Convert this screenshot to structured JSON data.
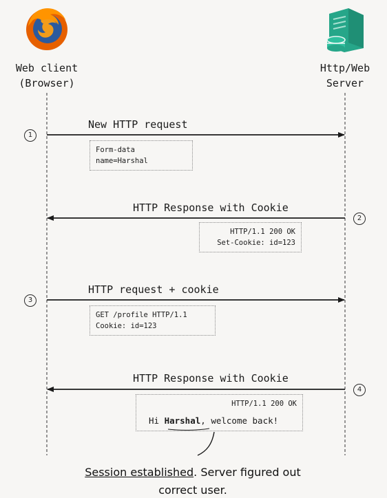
{
  "actors": {
    "client": {
      "label_line1": "Web client",
      "label_line2": "(Browser)",
      "icon": "firefox-icon"
    },
    "server": {
      "label_line1": "Http/Web",
      "label_line2": "Server",
      "icon": "server-icon"
    }
  },
  "steps": [
    {
      "number": "1",
      "label": "New HTTP request",
      "direction": "client-to-server",
      "box_lines": [
        "Form-data",
        "name=Harshal"
      ]
    },
    {
      "number": "2",
      "label": "HTTP Response with Cookie",
      "direction": "server-to-client",
      "box_lines": [
        "HTTP/1.1 200 OK",
        "Set-Cookie: id=123"
      ]
    },
    {
      "number": "3",
      "label": "HTTP request + cookie",
      "direction": "client-to-server",
      "box_lines": [
        "GET /profile HTTP/1.1",
        "Cookie: id=123"
      ]
    },
    {
      "number": "4",
      "label": "HTTP Response with Cookie",
      "direction": "server-to-client",
      "box_status": "HTTP/1.1 200 OK",
      "greeting_pre": "Hi ",
      "greeting_name": "Harshal",
      "greeting_post": ", welcome back!"
    }
  ],
  "caption": {
    "underlined": "Session established",
    "rest_line1": ". Server figured out",
    "line2": "correct user."
  },
  "colors": {
    "background": "#f7f6f4",
    "firefox_orange": "#e66000",
    "firefox_globe": "#2b5a9e",
    "server_green": "#26a689"
  }
}
